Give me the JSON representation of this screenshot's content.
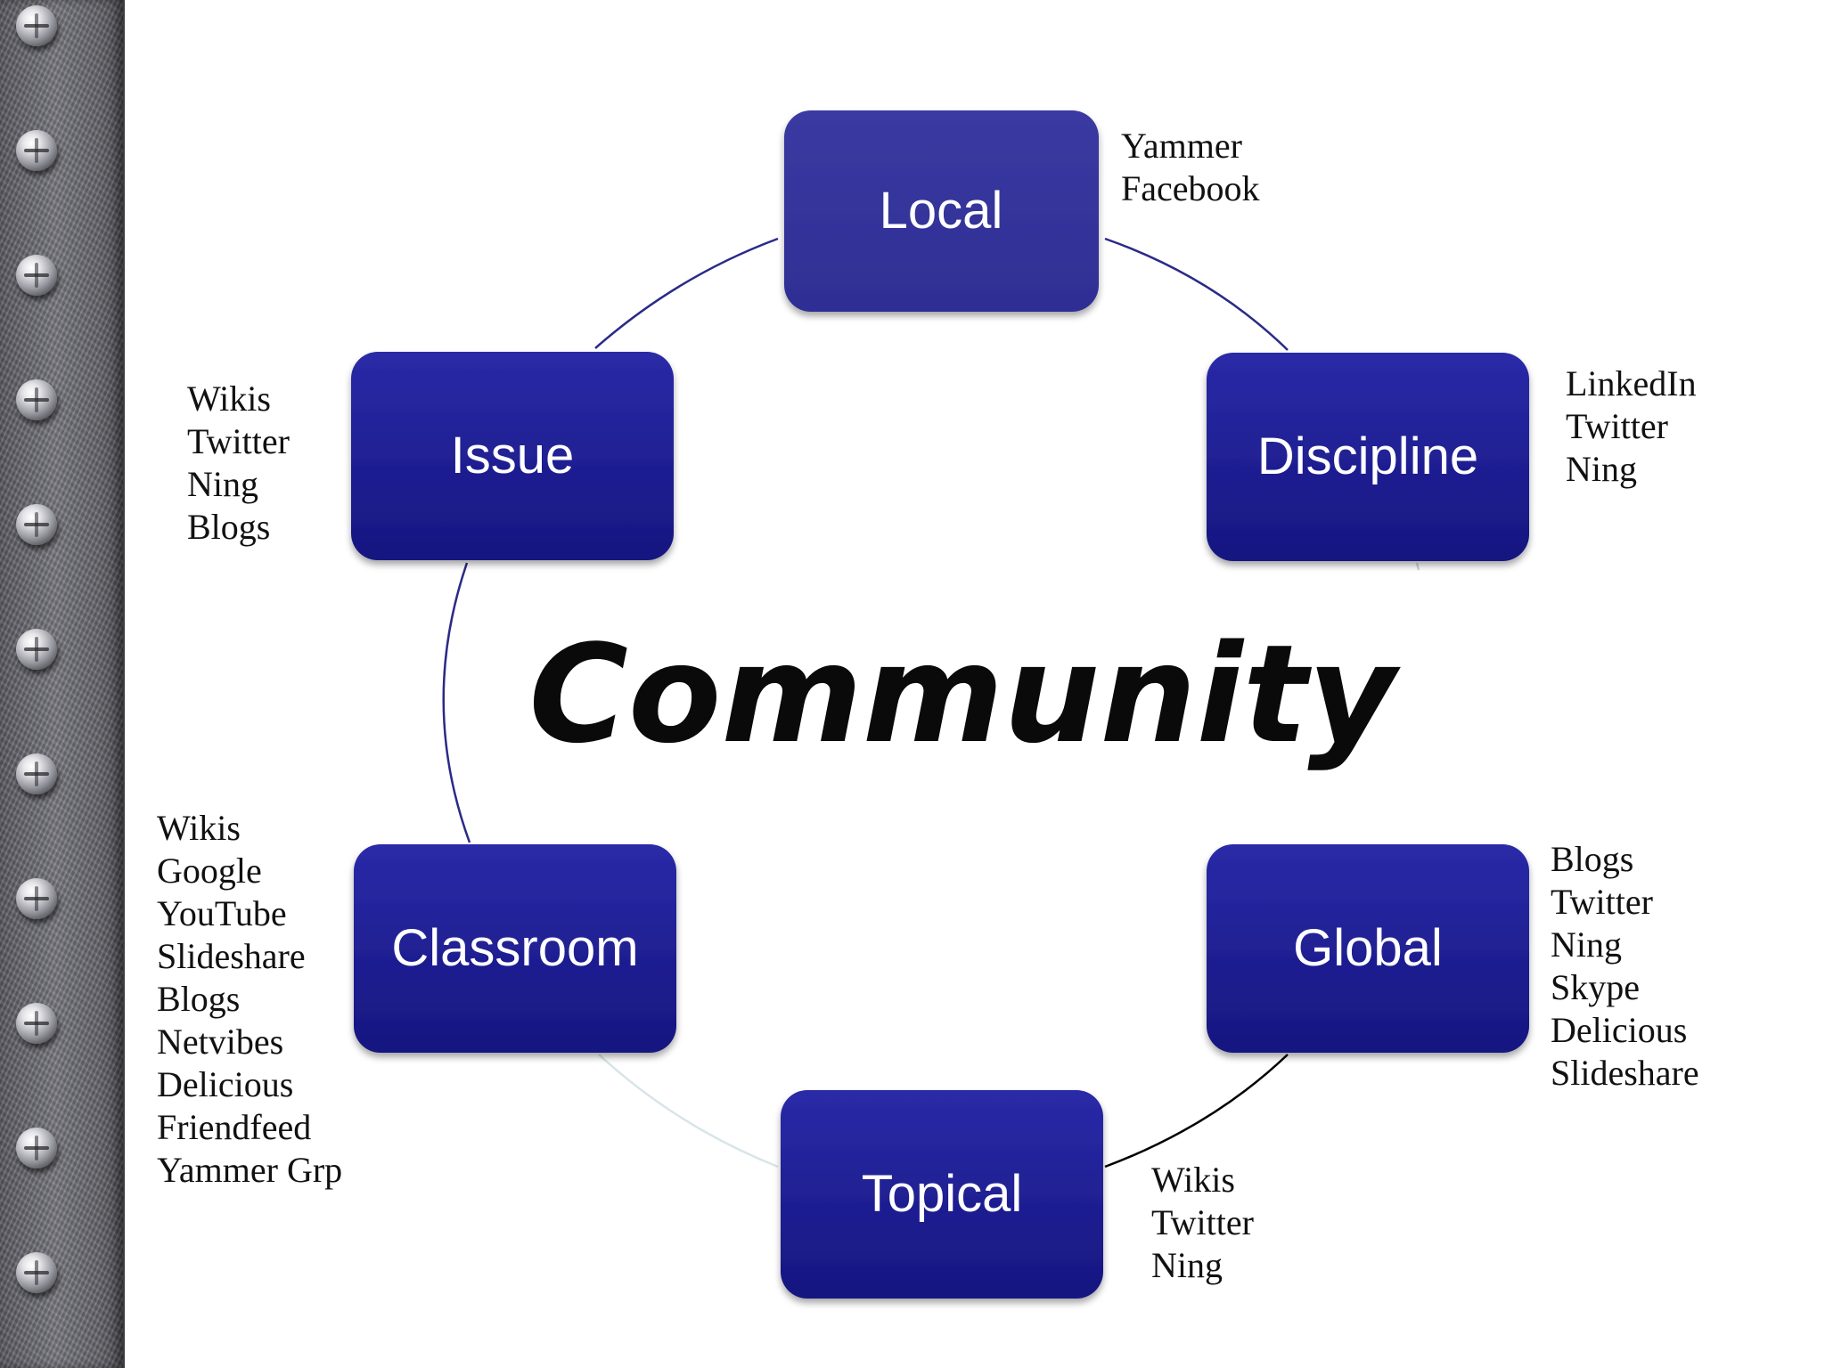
{
  "title": "Community",
  "nodes": [
    {
      "id": "local",
      "label": "Local",
      "tools": [
        "Yammer",
        "Facebook"
      ]
    },
    {
      "id": "discipline",
      "label": "Discipline",
      "tools": [
        "LinkedIn",
        "Twitter",
        "Ning"
      ]
    },
    {
      "id": "global",
      "label": "Global",
      "tools": [
        "Blogs",
        "Twitter",
        "Ning",
        "Skype",
        "Delicious",
        "Slideshare"
      ]
    },
    {
      "id": "topical",
      "label": "Topical",
      "tools": [
        "Wikis",
        "Twitter",
        "Ning"
      ]
    },
    {
      "id": "classroom",
      "label": "Classroom",
      "tools": [
        "Wikis",
        "Google",
        "YouTube",
        "Slideshare",
        "Blogs",
        "Netvibes",
        "Delicious",
        "Friendfeed",
        "Yammer Grp"
      ]
    },
    {
      "id": "issue",
      "label": "Issue",
      "tools": [
        "Wikis",
        "Twitter",
        "Ning",
        "Blogs"
      ]
    }
  ],
  "colors": {
    "node_top": "#2a2aa8",
    "node_bottom": "#161680",
    "local_top": "#3a3aa2",
    "local_bottom": "#2e2e94",
    "connector": "#2a2a88"
  }
}
